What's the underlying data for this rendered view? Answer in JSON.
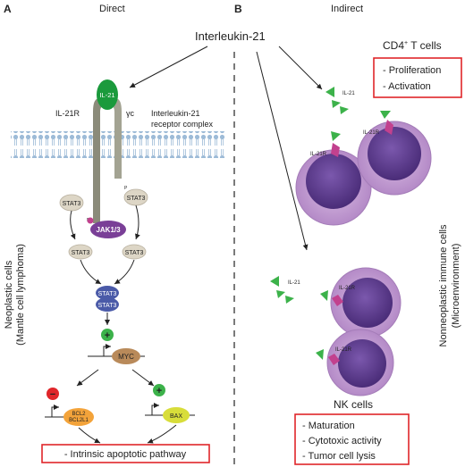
{
  "panels": {
    "a_letter": "A",
    "a_title": "Direct",
    "b_letter": "B",
    "b_title": "Indirect"
  },
  "main_label": "Interleukin-21",
  "receptor": {
    "il21": "IL-21",
    "il21r": "IL-21R",
    "gamma_c": "γc",
    "complex_line1": "Interleukin-21",
    "complex_line2": "receptor complex",
    "p": "P"
  },
  "signaling": {
    "stat3": "STAT3",
    "jak": "JAK1/3",
    "myc": "MYC",
    "bcl2_line1": "BCL2",
    "bcl2_line2": "BCL2L1",
    "bax": "BAX",
    "plus": "+",
    "minus": "−"
  },
  "left_side_label": {
    "line1": "Neoplastic cells",
    "line2": "(Mantle cell lymphoma)"
  },
  "apoptosis_box": "- Intrinsic apoptotic pathway",
  "cd4": {
    "title": "CD4",
    "sup": "+",
    "title_suffix": " T cells",
    "items": [
      "- Proliferation",
      "- Activation"
    ],
    "il21_label": "IL-21",
    "receptor_label_1": "IL-21R",
    "receptor_label_2": "IL-21R"
  },
  "nk": {
    "title": "NK cells",
    "items": [
      "- Maturation",
      "- Cytotoxic activity",
      "- Tumor cell lysis"
    ],
    "il21_label": "IL-21",
    "receptor_label_1": "IL-21R",
    "receptor_label_2": "IL-21R"
  },
  "right_side_label": {
    "line1": "Nonneoplastic immune cells",
    "line2": "(Microenvironment)"
  },
  "colors": {
    "green": "#3cb24a",
    "red_box": "#e0262a",
    "cell_outer": "#c39bd3",
    "cell_inner": "#5d3b8e",
    "receptor_pink": "#c2418e",
    "jak_purple": "#7a3f97",
    "stat_blue": "#4a5aa8",
    "myc_brown": "#b98a5a",
    "bcl_orange": "#f3a33a",
    "bax_yellow": "#d8dd3a"
  }
}
